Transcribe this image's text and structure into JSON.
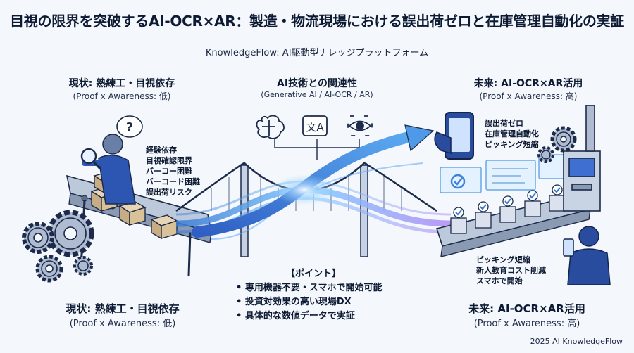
{
  "title": "目視の限界を突破するAI-OCR×AR：製造・物流現場における誤出荷ゼロと在庫管理自動化の実証",
  "subtitle": "KnowledgeFlow: AI駆動型ナレッジプラットフォーム",
  "current_top": {
    "heading": "現状: 熟練工・目視依存",
    "sub": "(Proof x Awareness: 低)",
    "issues": [
      "経験依存",
      "目視確認限界",
      "バーコー困難",
      "バーコード困難",
      "誤出荷リスク"
    ]
  },
  "center": {
    "heading": "AI技術との関連性",
    "sub": "(Generative AI / AI-OCR / AR)",
    "icons": [
      "brain-icon",
      "translate-icon",
      "eye-icon"
    ]
  },
  "future_top": {
    "heading": "未来: AI-OCR×AR活用",
    "sub": "(Proof x Awareness: 高)",
    "benefits": [
      "誤出荷ゼロ",
      "在庫管理自動化",
      "ピッキング短縮"
    ]
  },
  "future_right": {
    "benefits": [
      "ピッキング短縮",
      "新人教育コスト削減",
      "スマホで開始"
    ]
  },
  "points": {
    "heading": "【ポイント】",
    "items": [
      "• 専用機器不要・スマホで開始可能",
      "• 投資対効果の高い現場DX",
      "• 具体的な数値データで実証"
    ]
  },
  "current_bottom": {
    "heading": "現状: 熟練工・目視依存",
    "sub": "(Proof x Awareness: 低)"
  },
  "future_bottom": {
    "heading": "未来: AI-OCR×AR活用",
    "sub": "(Proof x Awareness: 高)"
  },
  "footer": "2025 AI KnowledgeFlow",
  "colors": {
    "accent": "#2b5fd9",
    "glow": "#6fb7ff",
    "purple": "#a07ff0",
    "navy": "#13254d"
  }
}
